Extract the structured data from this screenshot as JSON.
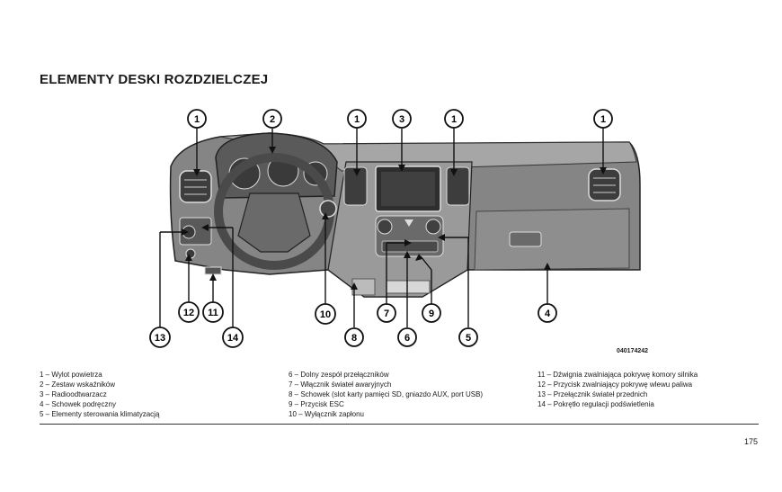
{
  "title": "ELEMENTY DESKI ROZDZIELCZEJ",
  "figure_code": "040174242",
  "page_number": "175",
  "callouts": [
    "1",
    "2",
    "1",
    "3",
    "1",
    "1",
    "13",
    "12",
    "11",
    "14",
    "10",
    "8",
    "7",
    "6",
    "9",
    "5",
    "4"
  ],
  "legend": {
    "col1": [
      "1 – Wylot powietrza",
      "2 – Zestaw wskaźników",
      "3 – Radioodtwarzacz",
      "4 – Schowek podręczny",
      "5 – Elementy sterowania klimatyzacją"
    ],
    "col2": [
      "6 – Dolny zespół przełączników",
      "7 – Włącznik świateł awaryjnych",
      "8 – Schowek (slot karty pamięci SD, gniazdo AUX, port USB)",
      "9 – Przycisk ESC",
      "10 – Wyłącznik zapłonu"
    ],
    "col3": [
      "11 – Dźwignia zwalniająca pokrywę komory silnika",
      "12 – Przycisk zwalniający pokrywę wlewu paliwa",
      "13 – Przełącznik świateł przednich",
      "14 – Pokrętło regulacji podświetlenia"
    ]
  }
}
